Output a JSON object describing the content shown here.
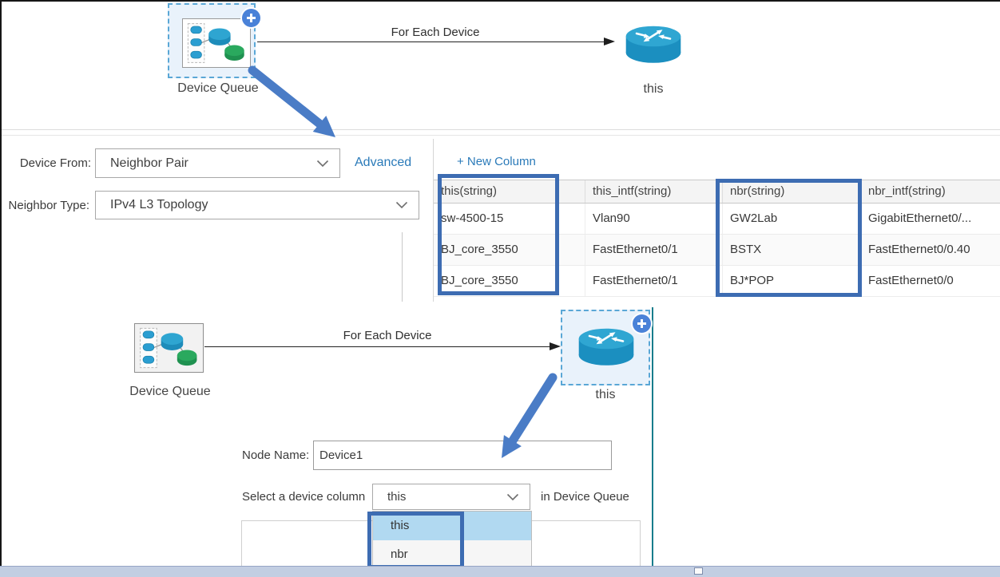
{
  "colors": {
    "annotation_blue": "#3d6cb2",
    "callout_arrow_blue": "#4a7cc6",
    "link_blue": "#2a7ab9",
    "teal_divider": "#187d8c",
    "option_highlight": "#b1d9f1",
    "selection_fill": "#e9f2fb",
    "router_blue": "#2fa6d2",
    "router_green": "#2aa95e"
  },
  "flow_top": {
    "queue_label": "Device Queue",
    "edge_label": "For Each Device",
    "router_label": "this"
  },
  "flow_bottom": {
    "queue_label": "Device Queue",
    "edge_label": "For Each Device",
    "router_label": "this"
  },
  "device_form": {
    "device_from_label": "Device From:",
    "device_from_value": "Neighbor Pair",
    "advanced_link": "Advanced",
    "neighbor_type_label": "Neighbor Type:",
    "neighbor_type_value": "IPv4 L3 Topology"
  },
  "queue_table": {
    "new_column_link": "+ New Column",
    "columns": [
      "this(string)",
      "this_intf(string)",
      "nbr(string)",
      "nbr_intf(string)"
    ],
    "rows": [
      [
        "sw-4500-15",
        "Vlan90",
        "GW2Lab",
        "GigabitEthernet0/..."
      ],
      [
        "BJ_core_3550",
        "FastEthernet0/1",
        "BSTX",
        "FastEthernet0/0.40"
      ],
      [
        "BJ_core_3550",
        "FastEthernet0/1",
        "BJ*POP",
        "FastEthernet0/0"
      ]
    ]
  },
  "node_form": {
    "node_name_label": "Node Name:",
    "node_name_value": "Device1",
    "select_column_label": "Select a device column",
    "selected_column": "this",
    "suffix_label": "in Device Queue",
    "options": [
      "this",
      "nbr"
    ]
  }
}
